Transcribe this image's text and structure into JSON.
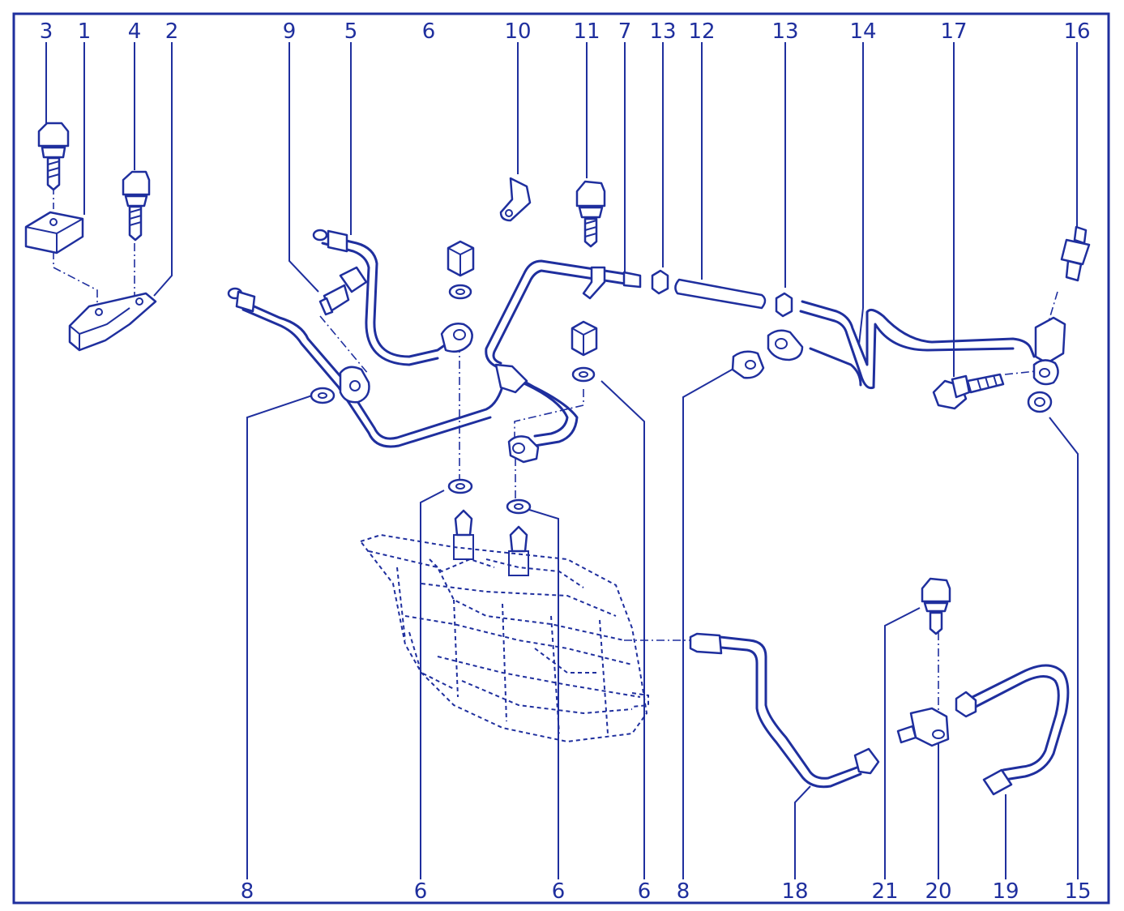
{
  "diagram": {
    "ink_color": "#1f2f9e",
    "background": "#ffffff",
    "top_labels": [
      "3",
      "1",
      "4",
      "2",
      "9",
      "5",
      "6",
      "10",
      "11",
      "7",
      "13",
      "12",
      "13",
      "14",
      "17",
      "16"
    ],
    "bottom_labels": [
      "8",
      "6",
      "6",
      "6",
      "8",
      "18",
      "21",
      "20",
      "19",
      "15"
    ]
  }
}
